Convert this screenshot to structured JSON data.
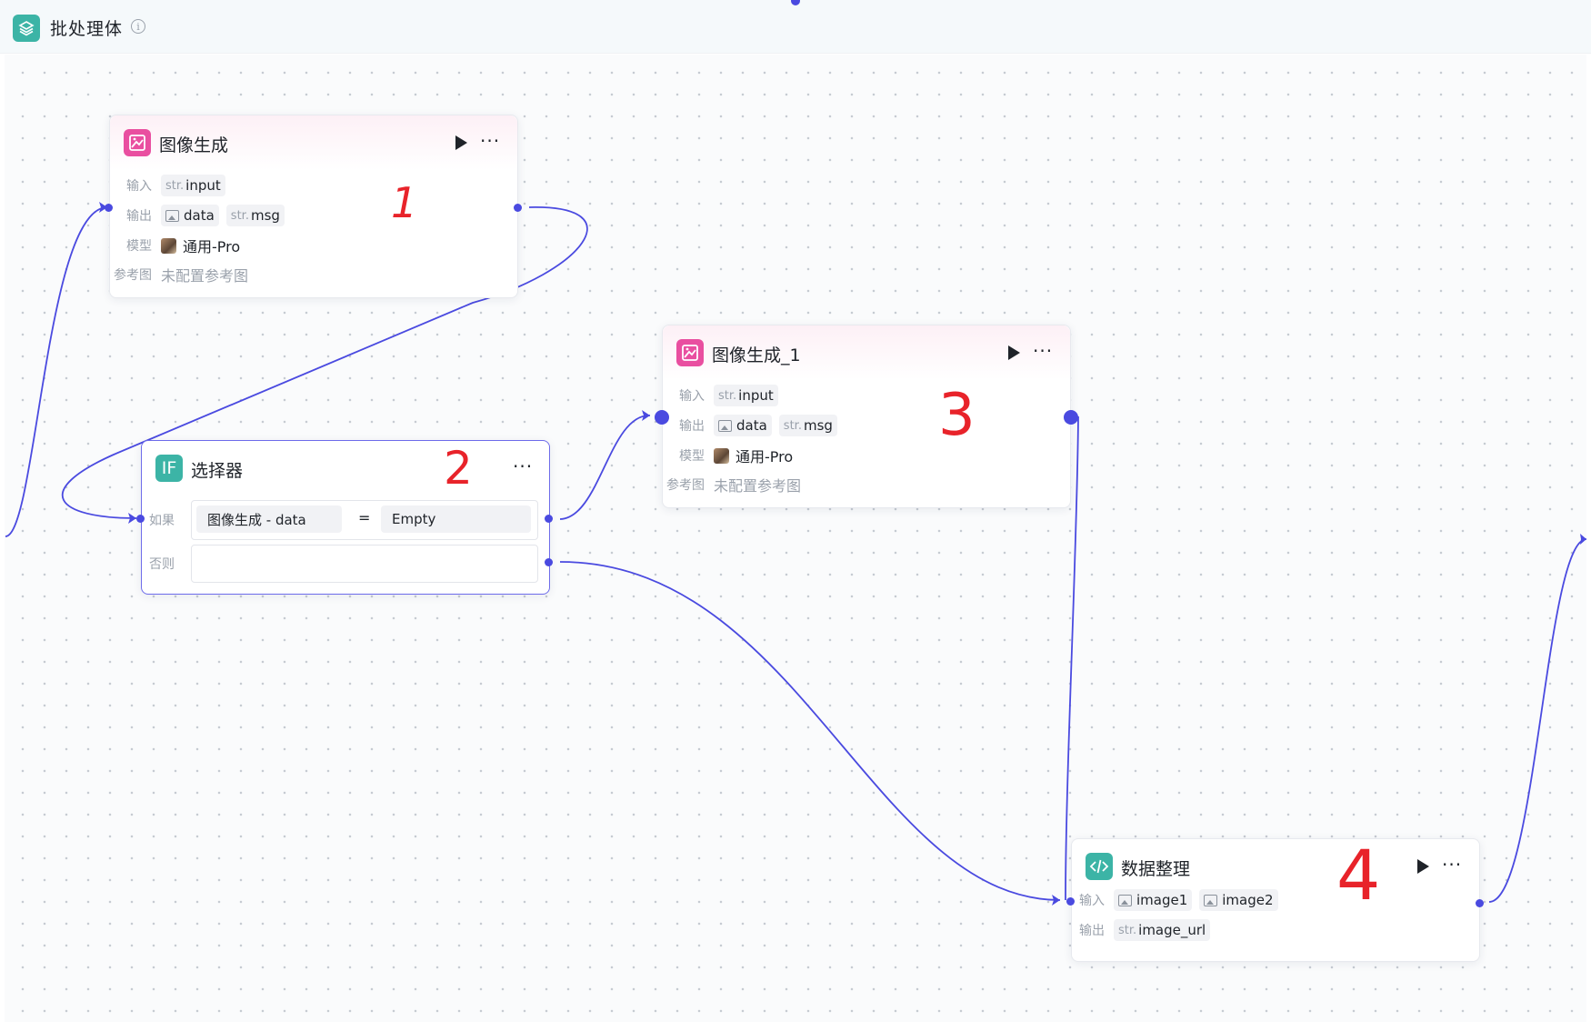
{
  "app": {
    "title": "批处理体",
    "info_icon": "i",
    "icon": "layers-icon"
  },
  "nodes": {
    "n1": {
      "title": "图像生成",
      "input_label": "输入",
      "output_label": "输出",
      "model_label": "模型",
      "ref_label": "参考图",
      "input_type": "str.",
      "input_name": "input",
      "output_data": "data",
      "output_msg_type": "str.",
      "output_msg": "msg",
      "model": "通用-Pro",
      "ref_value": "未配置参考图",
      "more": "···"
    },
    "n2": {
      "title": "选择器",
      "icon_text": "IF",
      "if_label": "如果",
      "else_label": "否则",
      "cond_left": "图像生成  -  data",
      "cond_op": "=",
      "cond_right": "Empty",
      "more": "···"
    },
    "n3": {
      "title": "图像生成_1",
      "input_label": "输入",
      "output_label": "输出",
      "model_label": "模型",
      "ref_label": "参考图",
      "input_type": "str.",
      "input_name": "input",
      "output_data": "data",
      "output_msg_type": "str.",
      "output_msg": "msg",
      "model": "通用-Pro",
      "ref_value": "未配置参考图",
      "more": "···"
    },
    "n4": {
      "title": "数据整理",
      "input_label": "输入",
      "output_label": "输出",
      "input_1": "image1",
      "input_2": "image2",
      "output_type": "str.",
      "output_name": "image_url",
      "more": "···"
    }
  },
  "annotations": {
    "a1": "1",
    "a2": "2",
    "a3": "3",
    "a4": "4"
  },
  "colors": {
    "edge": "#4a4ae0",
    "annotation": "#e8232a",
    "image_node": "#e94fa0",
    "logic_node": "#3cb4a6"
  }
}
